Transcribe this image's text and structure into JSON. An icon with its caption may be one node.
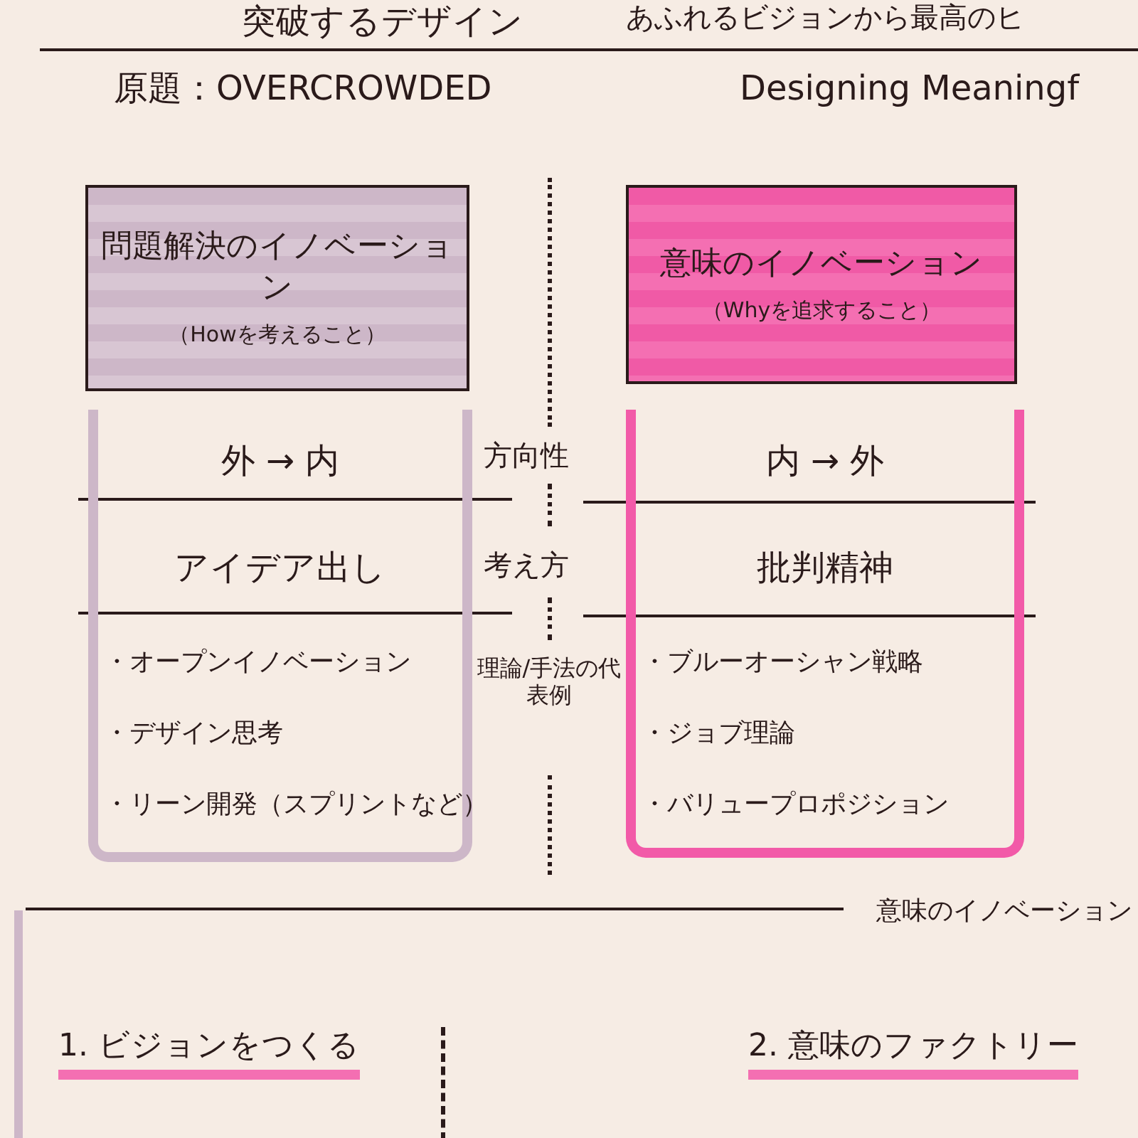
{
  "diagram": {
    "nodes": [
      {
        "text": [
          "問題解決のイノベーション",
          "（Howを考えること）"
        ]
      },
      {
        "text": [
          "意味のイノベーション",
          "（Whyを追求すること）"
        ]
      },
      {
        "text": [
          "外 → 内",
          "アイデア出し",
          "・オープンイノベーション",
          "・デザイン思考",
          "・リーン開発（スプリントなど）"
        ]
      },
      {
        "text": [
          "内 → 外",
          "批判精神",
          "・ブルーオーシャン戦略",
          "・ジョブ理論",
          "・バリュープロポジション"
        ]
      },
      {
        "text": [
          "意味のイノベーション",
          "1. ビジョンをつくる",
          "2. 意味のファクトリー"
        ]
      }
    ],
    "labels": [
      "突破するデザイン",
      "あふれるビジョンから最高のヒ",
      "原題：OVERCROWDED",
      "Designing Meaningf",
      "方向性",
      "考え方",
      "理論/手法の代表例"
    ]
  }
}
